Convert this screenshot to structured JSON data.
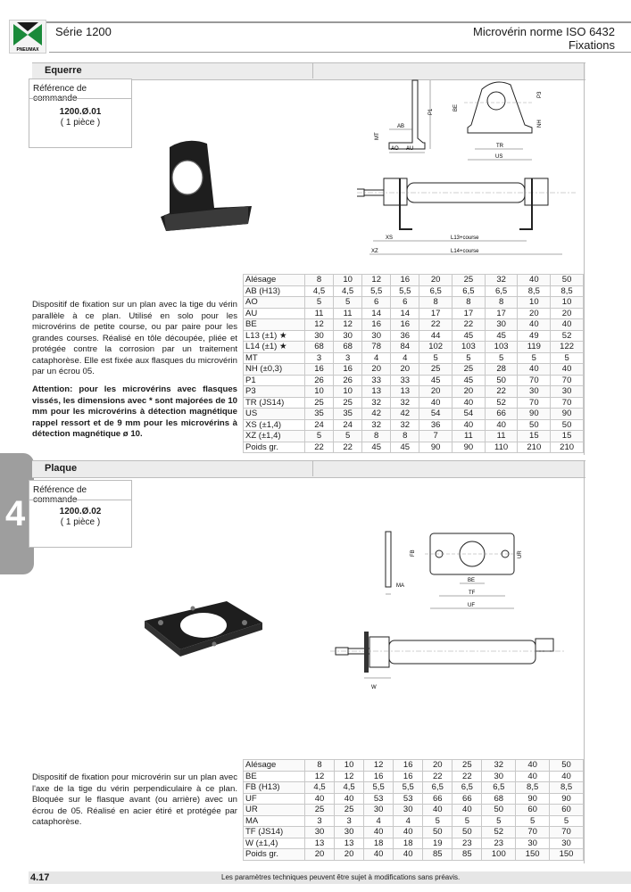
{
  "header": {
    "series": "Série 1200",
    "title_line1": "Microvérin norme ISO 6432",
    "title_line2": "Fixations",
    "logo_text": "PNEUMAX"
  },
  "tab": {
    "number": "4"
  },
  "equerre": {
    "title": "Equerre",
    "ref_label": "Référence de commande",
    "ref_code": "1200.Ø.01",
    "ref_qty": "( 1 pièce )",
    "description": "Dispositif de fixation sur un plan avec la tige du vérin parallèle à ce plan. Utilisé en solo pour les microvérins de petite course, ou par paire pour les grandes courses. Réalisé en tôle découpée, pliée et protégée contre la corrosion par un traitement cataphorèse. Elle est fixée aux flasques du microvérin par un écrou 05.",
    "warning": "Attention: pour les microvérins avec flasques vissés, les dimensions avec * sont majorées de 10 mm pour les microvérins à détection magnétique rappel ressort et de 9 mm pour les microvérins à détection magnétique ø 10.",
    "dim_labels": {
      "ab": "AB",
      "p1": "P1",
      "mt": "MT",
      "ao": "AO",
      "au": "AU",
      "be": "BE",
      "p3": "P3",
      "nh": "NH",
      "tr": "TR",
      "us": "US",
      "xs": "XS",
      "l13": "L13+course",
      "xz": "XZ",
      "l14": "L14+course"
    },
    "table": [
      [
        "Alésage",
        "8",
        "10",
        "12",
        "16",
        "20",
        "25",
        "32",
        "40",
        "50"
      ],
      [
        "AB (H13)",
        "4,5",
        "4,5",
        "5,5",
        "5,5",
        "6,5",
        "6,5",
        "6,5",
        "8,5",
        "8,5"
      ],
      [
        "AO",
        "5",
        "5",
        "6",
        "6",
        "8",
        "8",
        "8",
        "10",
        "10"
      ],
      [
        "AU",
        "11",
        "11",
        "14",
        "14",
        "17",
        "17",
        "17",
        "20",
        "20"
      ],
      [
        "BE",
        "12",
        "12",
        "16",
        "16",
        "22",
        "22",
        "30",
        "40",
        "40"
      ],
      [
        "L13 (±1) ★",
        "30",
        "30",
        "30",
        "36",
        "44",
        "45",
        "45",
        "49",
        "52"
      ],
      [
        "L14 (±1) ★",
        "68",
        "68",
        "78",
        "84",
        "102",
        "103",
        "103",
        "119",
        "122"
      ],
      [
        "MT",
        "3",
        "3",
        "4",
        "4",
        "5",
        "5",
        "5",
        "5",
        "5"
      ],
      [
        "NH (±0,3)",
        "16",
        "16",
        "20",
        "20",
        "25",
        "25",
        "28",
        "40",
        "40"
      ],
      [
        "P1",
        "26",
        "26",
        "33",
        "33",
        "45",
        "45",
        "50",
        "70",
        "70"
      ],
      [
        "P3",
        "10",
        "10",
        "13",
        "13",
        "20",
        "20",
        "22",
        "30",
        "30"
      ],
      [
        "TR (JS14)",
        "25",
        "25",
        "32",
        "32",
        "40",
        "40",
        "52",
        "70",
        "70"
      ],
      [
        "US",
        "35",
        "35",
        "42",
        "42",
        "54",
        "54",
        "66",
        "90",
        "90"
      ],
      [
        "XS (±1,4)",
        "24",
        "24",
        "32",
        "32",
        "36",
        "40",
        "40",
        "50",
        "50"
      ],
      [
        "XZ (±1,4)",
        "5",
        "5",
        "8",
        "8",
        "7",
        "11",
        "11",
        "15",
        "15"
      ],
      [
        "Poids gr.",
        "22",
        "22",
        "45",
        "45",
        "90",
        "90",
        "110",
        "210",
        "210"
      ]
    ]
  },
  "plaque": {
    "title": "Plaque",
    "ref_label": "Référence de commande",
    "ref_code": "1200.Ø.02",
    "ref_qty": "( 1 pièce )",
    "description": "Dispositif de fixation pour microvérin sur un plan avec l'axe de la tige du vérin perpendiculaire à ce plan. Bloquée sur le flasque avant (ou arrière) avec un écrou de 05. Réalisé en acier étiré et protégée par cataphorèse.",
    "dim_labels": {
      "fb": "FB",
      "ur": "UR",
      "ma": "MA",
      "be": "BE",
      "tf": "TF",
      "uf": "UF",
      "w": "W"
    },
    "table": [
      [
        "Alésage",
        "8",
        "10",
        "12",
        "16",
        "20",
        "25",
        "32",
        "40",
        "50"
      ],
      [
        "BE",
        "12",
        "12",
        "16",
        "16",
        "22",
        "22",
        "30",
        "40",
        "40"
      ],
      [
        "FB (H13)",
        "4,5",
        "4,5",
        "5,5",
        "5,5",
        "6,5",
        "6,5",
        "6,5",
        "8,5",
        "8,5"
      ],
      [
        "UF",
        "40",
        "40",
        "53",
        "53",
        "66",
        "66",
        "68",
        "90",
        "90"
      ],
      [
        "UR",
        "25",
        "25",
        "30",
        "30",
        "40",
        "40",
        "50",
        "60",
        "60"
      ],
      [
        "MA",
        "3",
        "3",
        "4",
        "4",
        "5",
        "5",
        "5",
        "5",
        "5"
      ],
      [
        "TF (JS14)",
        "30",
        "30",
        "40",
        "40",
        "50",
        "50",
        "52",
        "70",
        "70"
      ],
      [
        "W (±1,4)",
        "13",
        "13",
        "18",
        "18",
        "19",
        "23",
        "23",
        "30",
        "30"
      ],
      [
        "Poids gr.",
        "20",
        "20",
        "40",
        "40",
        "85",
        "85",
        "100",
        "150",
        "150"
      ]
    ]
  },
  "footer": {
    "page": "4.17",
    "note": "Les paramètres techniques peuvent être sujet à modifications sans préavis."
  }
}
